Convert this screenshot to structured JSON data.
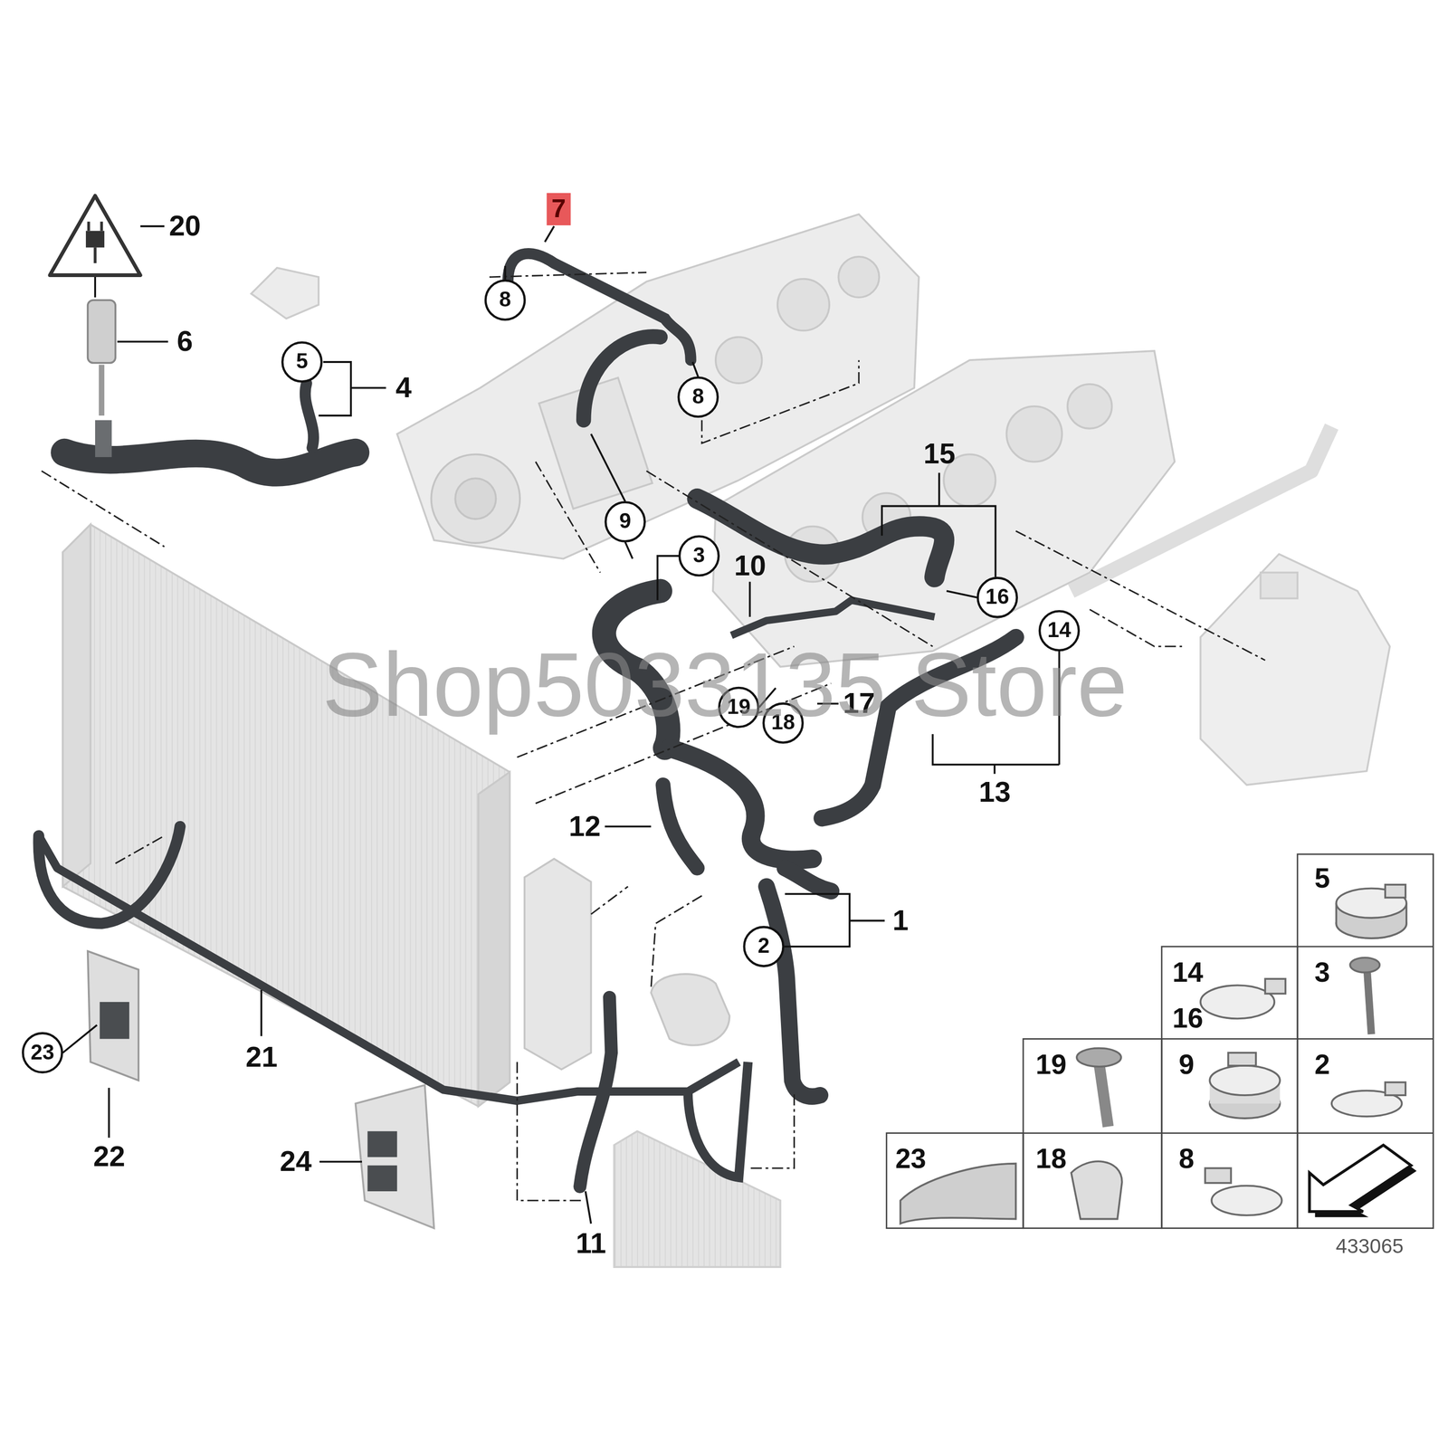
{
  "diagram": {
    "nodes": [
      {
        "text": [
          "7"
        ]
      },
      {
        "text": [
          "8"
        ]
      },
      {
        "text": [
          "5"
        ]
      },
      {
        "text": [
          "8"
        ]
      },
      {
        "text": [
          "9"
        ]
      },
      {
        "text": [
          "3"
        ]
      },
      {
        "text": [
          "16"
        ]
      },
      {
        "text": [
          "14"
        ]
      },
      {
        "text": [
          "19"
        ]
      },
      {
        "text": [
          "18"
        ]
      },
      {
        "text": [
          "2"
        ]
      },
      {
        "text": [
          "23"
        ]
      }
    ],
    "labels": [
      "20",
      "6",
      "4",
      "15",
      "10",
      "17",
      "13",
      "12",
      "1",
      "21",
      "22",
      "24",
      "11",
      "5",
      "14",
      "16",
      "3",
      "19",
      "9",
      "2",
      "23",
      "18",
      "8",
      "433065",
      "Shop5033135 Store"
    ]
  }
}
